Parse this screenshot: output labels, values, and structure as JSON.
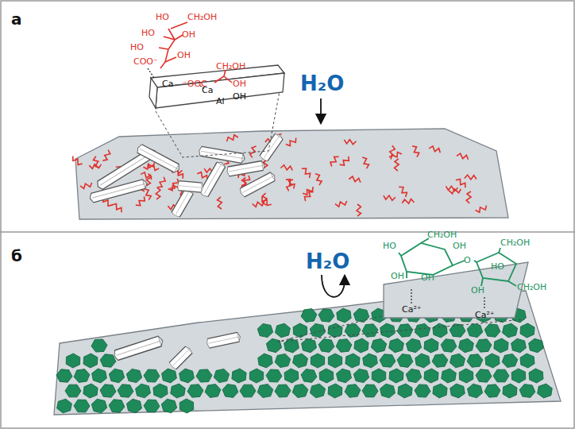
{
  "diagram": {
    "labels": [
      "а",
      "HO",
      "CH₂OH",
      "HO",
      "OH",
      "HO",
      "OH",
      "COO⁻",
      "⁻OOC",
      "CH₂OH",
      "OH",
      "Ca",
      "Ca",
      "Al",
      "OH",
      "H₂O",
      "б",
      "H₂O",
      "HO",
      "CH₂OH",
      "CH₂OH",
      "OH",
      "O",
      "HO",
      "OH",
      "CH₂OH",
      "OH",
      "OH",
      "Ca²⁺",
      "Ca²⁺"
    ]
  }
}
